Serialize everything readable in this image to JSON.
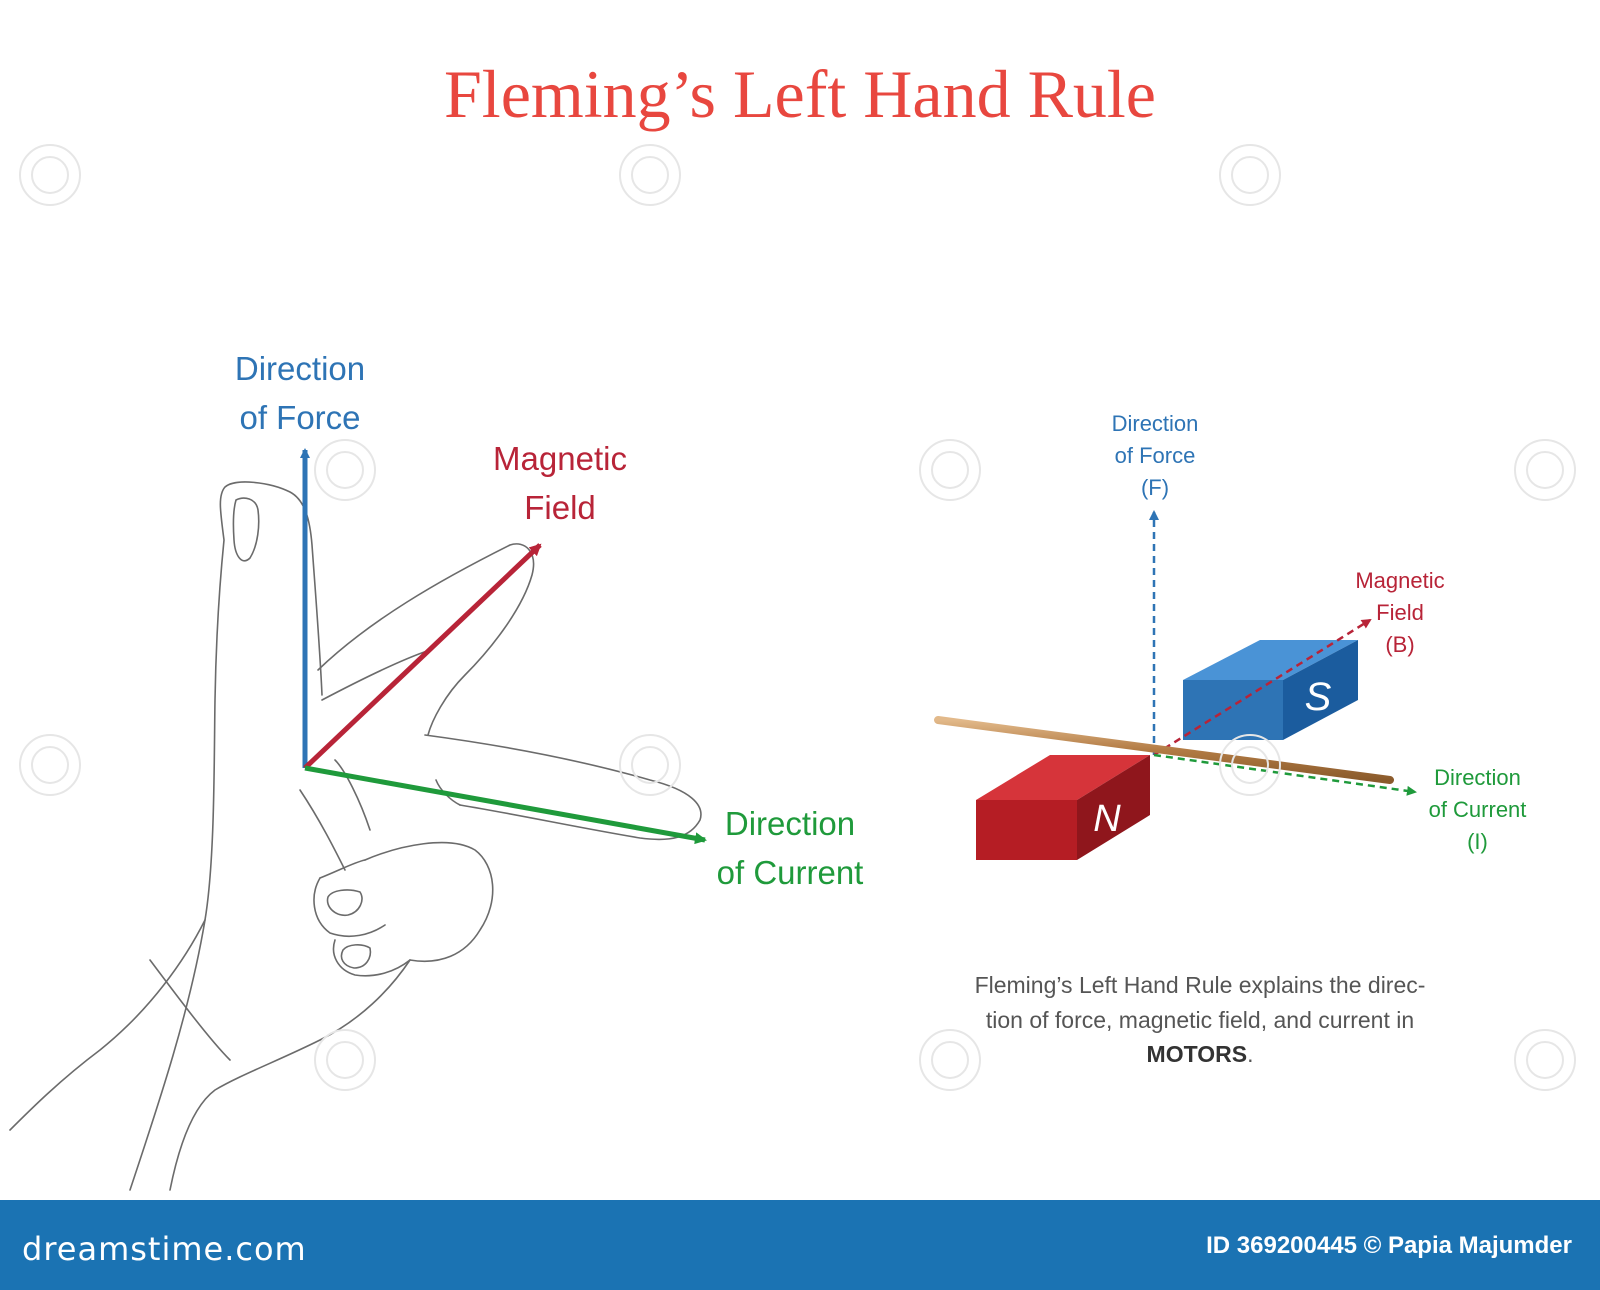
{
  "title": "Fleming’s Left Hand Rule",
  "hand_diagram": {
    "force_label": [
      "Direction",
      "of Force"
    ],
    "field_label": [
      "Magnetic",
      "Field"
    ],
    "current_label": [
      "Direction",
      "of Current"
    ]
  },
  "motor_diagram": {
    "force_label": [
      "Direction",
      "of Force",
      "(F)"
    ],
    "field_label": [
      "Magnetic",
      "Field",
      "(B)"
    ],
    "current_label": [
      "Direction",
      "of Current",
      "(I)"
    ],
    "north_magnet_label": "N",
    "south_magnet_label": "S"
  },
  "caption": {
    "line1": "Fleming’s Left Hand Rule explains the direc-",
    "line2": "tion of force, magnetic field, and current in",
    "bold_word": "MOTORS",
    "suffix": "."
  },
  "footer": {
    "logo": "dreamstime.com",
    "credit": "ID 369200445 © Papia Majumder"
  },
  "colors": {
    "title": "#e8473f",
    "force": "#2e74b5",
    "field": "#b82438",
    "current": "#1f9a3b",
    "footer_bg": "#1b73b3"
  },
  "watermark": "dreamstime"
}
